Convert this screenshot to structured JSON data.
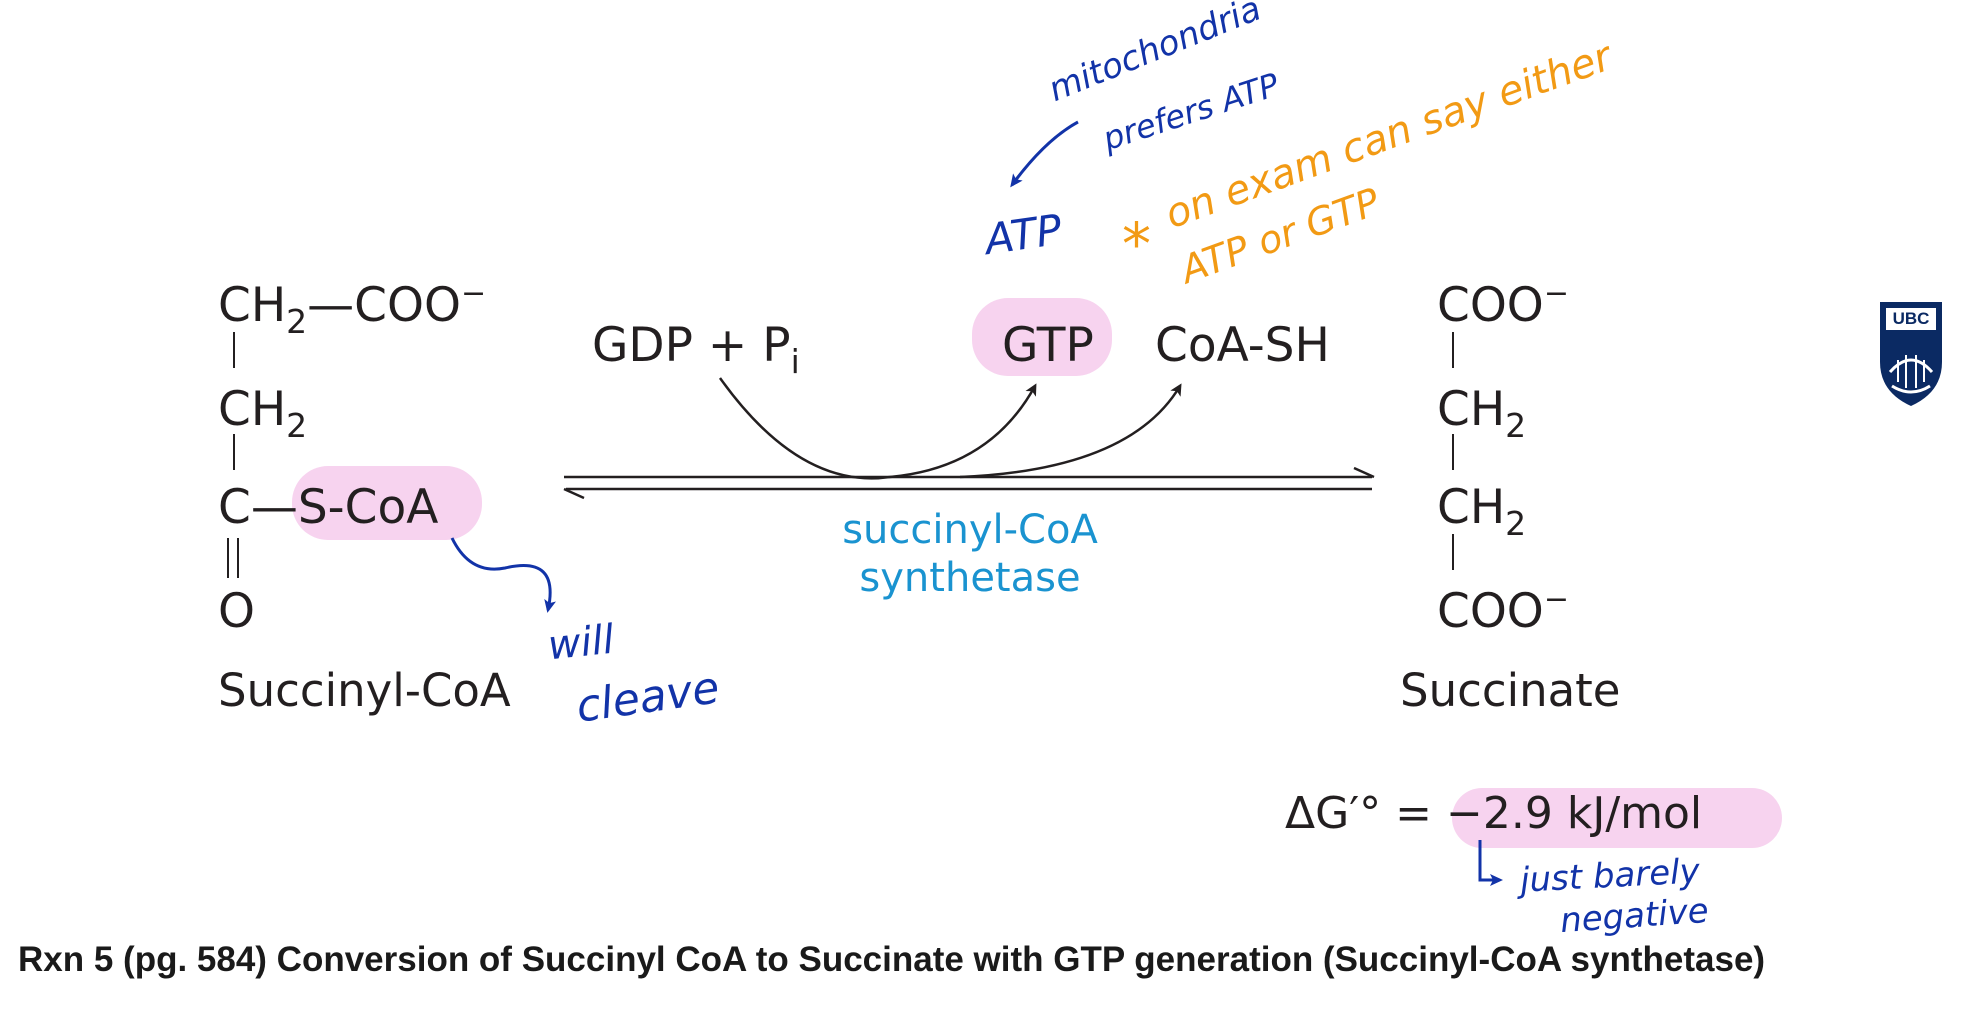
{
  "caption": "Rxn 5 (pg. 584) Conversion of Succinyl CoA to Succinate with GTP generation (Succinyl-CoA synthetase)",
  "logo": {
    "text": "UBC",
    "color": "#0b2a63"
  },
  "succinyl_coa": {
    "row1_a": "CH",
    "row1_sub": "2",
    "row1_b": "—COO",
    "row1_charge": "−",
    "row2": "CH",
    "row2_sub": "2",
    "row3_c": "C—",
    "row3_group": "S-CoA",
    "row4": "O",
    "name": "Succinyl-CoA"
  },
  "succinate": {
    "top": "COO",
    "top_charge": "−",
    "mid1": "CH",
    "mid1_sub": "2",
    "mid2": "CH",
    "mid2_sub": "2",
    "bottom": "COO",
    "bottom_charge": "−",
    "name": "Succinate"
  },
  "reaction": {
    "inputs": "GDP + P",
    "inputs_sub": "i",
    "gtp": "GTP",
    "coash": "CoA-SH",
    "enzyme_line1": "succinyl-CoA",
    "enzyme_line2": "synthetase"
  },
  "delta_g": {
    "label": "ΔG′° = ",
    "value": "−2.9 kJ/mol"
  },
  "annotations": {
    "atp": "ATP",
    "mito_line1": "mitochondria",
    "mito_line2": "prefers ATP",
    "orange_star": "*",
    "orange_line1": "on exam can say either",
    "orange_line2": "ATP or GTP",
    "will": "will",
    "cleave": "cleave",
    "barely_line1": "just barely",
    "barely_line2": "negative"
  },
  "colors": {
    "highlight": "#f7d3ef",
    "handwriting_blue": "#1233a8",
    "handwriting_orange": "#f29a14",
    "enzyme_text": "#1a93d0"
  }
}
